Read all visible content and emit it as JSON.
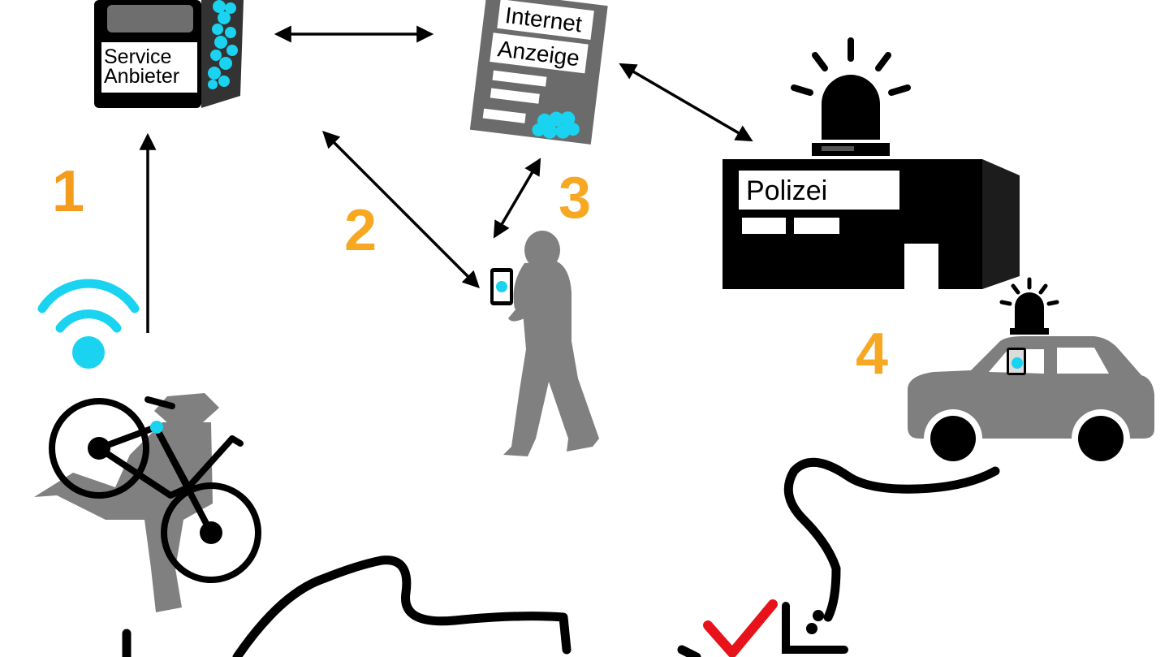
{
  "server": {
    "line1": "Service",
    "line2": "Anbieter"
  },
  "ad": {
    "line1": "Internet",
    "line2": "Anzeige"
  },
  "police": {
    "label": "Polizei"
  },
  "steps": [
    "1",
    "2",
    "3",
    "4"
  ],
  "colors": {
    "accent_cyan": "#19d3f0",
    "step_orange": "#f7a823",
    "figure_gray": "#808080",
    "check_red": "#e8121b"
  }
}
